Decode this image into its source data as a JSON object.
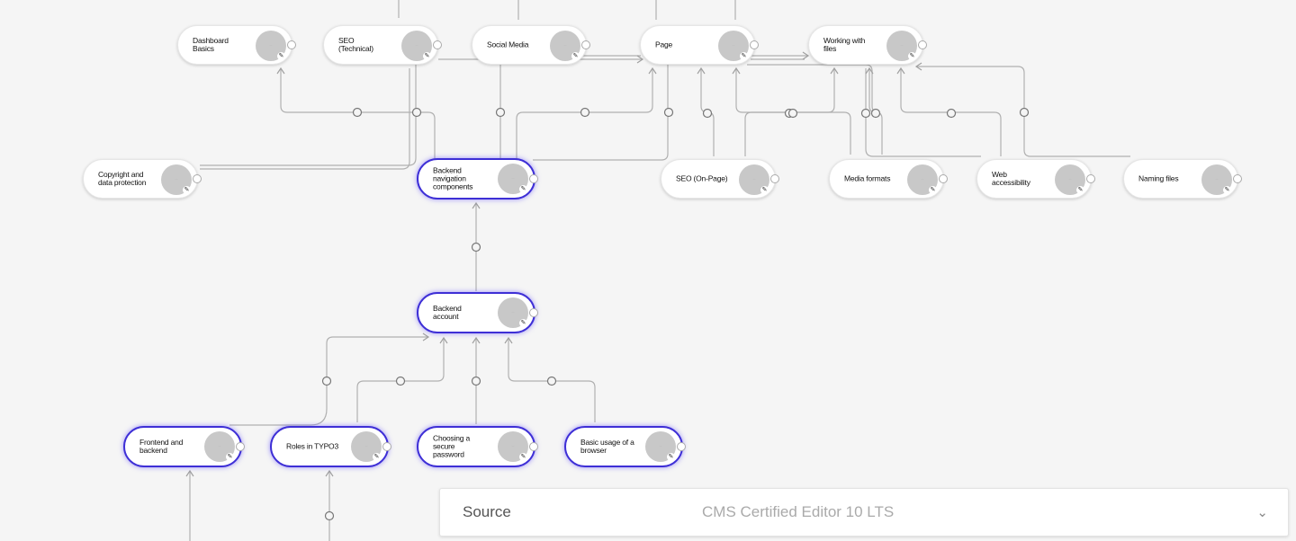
{
  "nodes": [
    {
      "id": "dashboard",
      "label": "Dashboard Basics",
      "active": false
    },
    {
      "id": "seo-tech",
      "label": "SEO (Technical)",
      "active": false
    },
    {
      "id": "social",
      "label": "Social Media",
      "active": false
    },
    {
      "id": "page",
      "label": "Page",
      "active": false
    },
    {
      "id": "files",
      "label": "Working with files",
      "active": false
    },
    {
      "id": "copyright",
      "label": "Copyright and data protection",
      "active": false
    },
    {
      "id": "backend-nav",
      "label": "Backend navigation components",
      "active": true
    },
    {
      "id": "seo-onpage",
      "label": "SEO (On-Page)",
      "active": false
    },
    {
      "id": "media",
      "label": "Media formats",
      "active": false
    },
    {
      "id": "a11y",
      "label": "Web accessibility",
      "active": false
    },
    {
      "id": "naming",
      "label": "Naming files",
      "active": false
    },
    {
      "id": "backend-account",
      "label": "Backend account",
      "active": true
    },
    {
      "id": "frontend-backend",
      "label": "Frontend and backend",
      "active": true
    },
    {
      "id": "roles",
      "label": "Roles in TYPO3",
      "active": true
    },
    {
      "id": "password",
      "label": "Choosing a secure password",
      "active": true
    },
    {
      "id": "browser",
      "label": "Basic usage of a browser",
      "active": true
    }
  ],
  "source": {
    "label": "Source",
    "value": "CMS Certified Editor 10 LTS"
  },
  "colors": {
    "active_border": "#3e2fd6",
    "edge": "#aaaaaa",
    "thumb": "#c8c8c8"
  }
}
